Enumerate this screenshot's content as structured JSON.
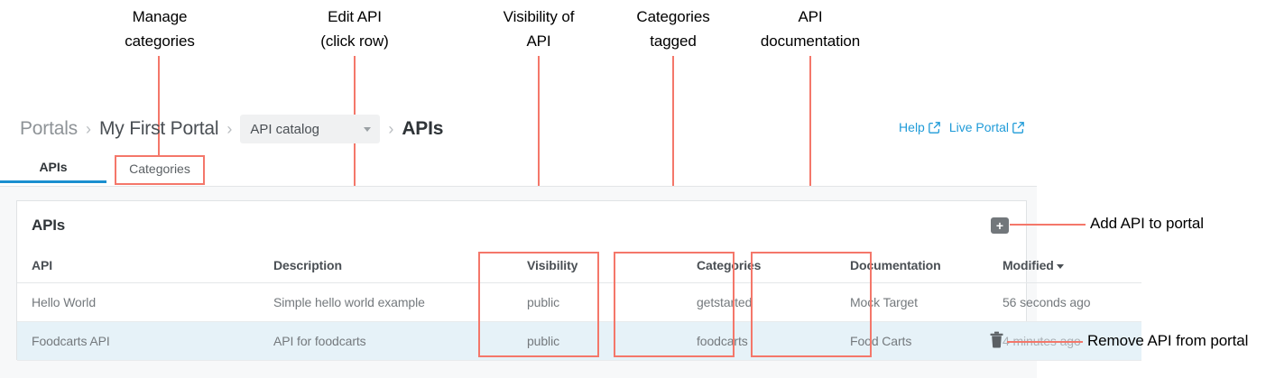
{
  "breadcrumb": {
    "items": [
      "Portals",
      "My First Portal"
    ],
    "select_value": "API catalog",
    "current": "APIs",
    "separator": "›"
  },
  "top_links": [
    {
      "label": "Help",
      "icon": "external-link-icon"
    },
    {
      "label": "Live Portal",
      "icon": "external-link-icon"
    }
  ],
  "tabs": [
    {
      "label": "APIs",
      "active": true
    },
    {
      "label": "Categories",
      "active": false
    }
  ],
  "card": {
    "title": "APIs",
    "add_button_label": "+",
    "add_button_icon": "plus-icon",
    "delete_icon": "trash-icon"
  },
  "table": {
    "columns": [
      "API",
      "Description",
      "Visibility",
      "Categories",
      "Documentation",
      "Modified"
    ],
    "sort_column": "Modified",
    "sort_caret": "▾",
    "rows": [
      {
        "api": "Hello World",
        "description": "Simple hello world example",
        "visibility": "public",
        "categories": "getstarted",
        "documentation": "Mock Target",
        "modified": "56 seconds ago",
        "selected": false
      },
      {
        "api": "Foodcarts API",
        "description": "API for foodcarts",
        "visibility": "public",
        "categories": "foodcarts",
        "documentation": "Food Carts",
        "modified": "4 minutes ago",
        "selected": true
      }
    ]
  },
  "annotations": {
    "top": [
      {
        "line1": "Manage",
        "line2": "categories"
      },
      {
        "line1": "Edit API",
        "line2": "(click row)"
      },
      {
        "line1": "Visibility of",
        "line2": "API"
      },
      {
        "line1": "Categories",
        "line2": "tagged"
      },
      {
        "line1": "API",
        "line2": "documentation"
      }
    ],
    "right": [
      {
        "label": "Add API to portal"
      },
      {
        "label": "Remove API from portal"
      }
    ]
  },
  "colors": {
    "annotation": "#f4776a",
    "accent": "#1a8fd0",
    "link": "#1f9bd8",
    "selected_row": "#e6f2f8"
  }
}
